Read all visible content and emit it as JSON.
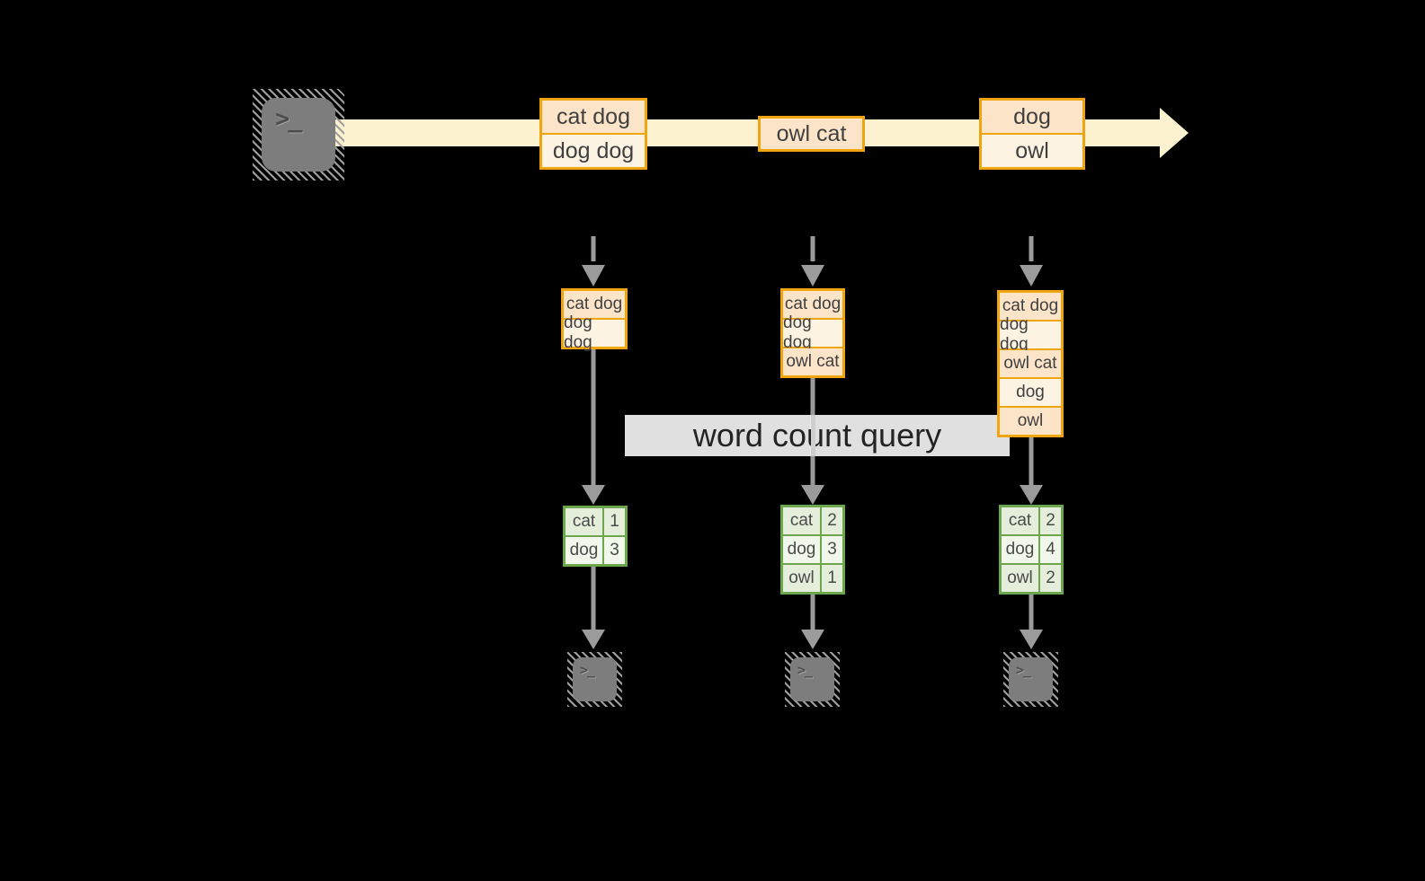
{
  "banner": {
    "label": "word count query"
  },
  "source": {
    "icon": "terminal-icon",
    "glyph": ">_"
  },
  "stream_messages": [
    {
      "cells": [
        "cat dog",
        "dog dog"
      ]
    },
    {
      "cells": [
        "owl cat"
      ]
    },
    {
      "cells": [
        "dog",
        "owl"
      ]
    }
  ],
  "columns": [
    {
      "window": [
        "cat dog",
        "dog dog"
      ],
      "counts": [
        {
          "word": "cat",
          "count": "1"
        },
        {
          "word": "dog",
          "count": "3"
        }
      ]
    },
    {
      "window": [
        "cat dog",
        "dog dog",
        "owl cat"
      ],
      "counts": [
        {
          "word": "cat",
          "count": "2"
        },
        {
          "word": "dog",
          "count": "3"
        },
        {
          "word": "owl",
          "count": "1"
        }
      ]
    },
    {
      "window": [
        "cat dog",
        "dog dog",
        "owl cat",
        "dog",
        "owl"
      ],
      "counts": [
        {
          "word": "cat",
          "count": "2"
        },
        {
          "word": "dog",
          "count": "4"
        },
        {
          "word": "owl",
          "count": "2"
        }
      ]
    }
  ],
  "sinks": [
    {
      "glyph": ">_"
    },
    {
      "glyph": ">_"
    },
    {
      "glyph": ">_"
    }
  ],
  "colors": {
    "background": "#000000",
    "stream_band": "#fdf2cf",
    "orange_border": "#efa50f",
    "peach_fill": "#fce4c9",
    "cream_fill": "#fdf3e3",
    "green_border": "#6ca74d",
    "green_fill_a": "#e4eedb",
    "green_fill_b": "#f1f7ea",
    "arrow_gray": "#9b9b9b",
    "terminal_gray": "#7d7d7d",
    "banner_bg": "#ffffff"
  }
}
